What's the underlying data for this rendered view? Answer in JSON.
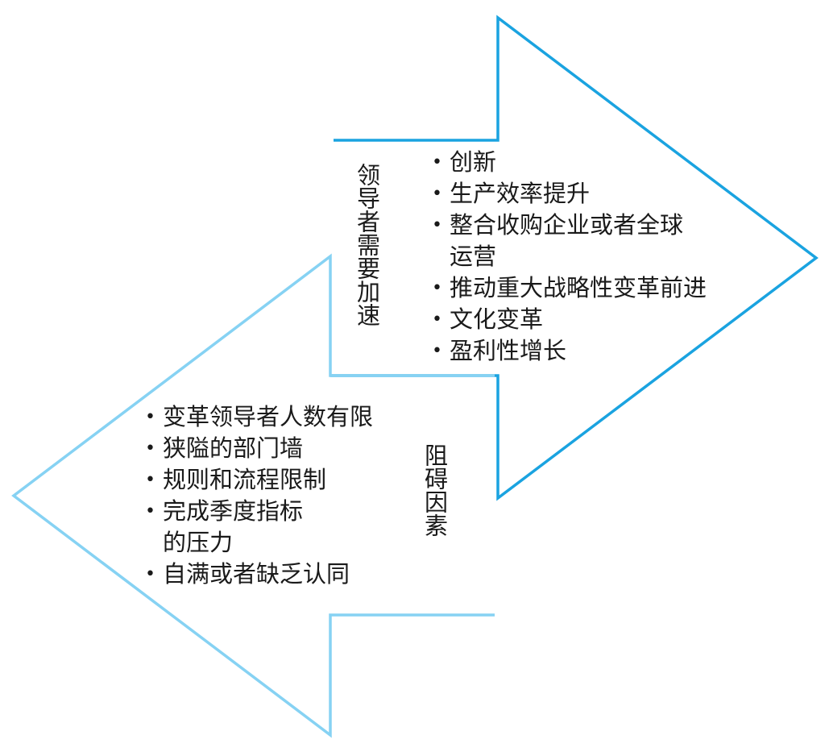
{
  "colors": {
    "accelerate_arrow": "#1aa3e0",
    "barrier_arrow": "#86d2f3",
    "text": "#1a1a1a"
  },
  "accelerate": {
    "label": "领导者需要加速",
    "items": [
      [
        "创新"
      ],
      [
        "生产效率提升"
      ],
      [
        "整合收购企业或者全球",
        "运营"
      ],
      [
        "推动重大战略性变革前进"
      ],
      [
        "文化变革"
      ],
      [
        "盈利性增长"
      ]
    ]
  },
  "barriers": {
    "label": "阻碍因素",
    "items": [
      [
        "变革领导者人数有限"
      ],
      [
        "狭隘的部门墙"
      ],
      [
        "规则和流程限制"
      ],
      [
        "完成季度指标",
        "的压力"
      ],
      [
        "自满或者缺乏认同"
      ]
    ]
  }
}
